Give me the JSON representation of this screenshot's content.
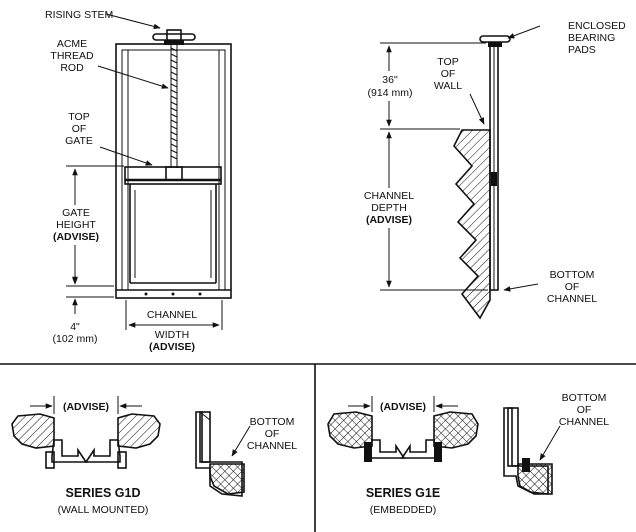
{
  "front_view": {
    "rising_stem": "RISING STEM",
    "acme_line1": "ACME",
    "acme_line2": "THREAD",
    "acme_line3": "ROD",
    "top_gate_line1": "TOP",
    "top_gate_line2": "OF",
    "top_gate_line3": "GATE",
    "gate_height_line1": "GATE",
    "gate_height_line2": "HEIGHT",
    "gate_height_line3": "(ADVISE)",
    "dim4_line1": "4\"",
    "dim4_line2": "(102  mm)",
    "width_line1": "CHANNEL",
    "width_line2": "WIDTH",
    "width_line3": "(ADVISE)"
  },
  "side_view": {
    "bearing_line1": "ENCLOSED",
    "bearing_line2": "BEARING",
    "bearing_line3": "PADS",
    "dim36_line1": "36\"",
    "dim36_line2": "(914  mm)",
    "top_wall_line1": "TOP",
    "top_wall_line2": "OF",
    "top_wall_line3": "WALL",
    "depth_line1": "CHANNEL",
    "depth_line2": "DEPTH",
    "depth_line3": "(ADVISE)",
    "bottom_line1": "BOTTOM",
    "bottom_line2": "OF",
    "bottom_line3": "CHANNEL"
  },
  "g1d": {
    "advise": "(ADVISE)",
    "bottom_line1": "BOTTOM",
    "bottom_line2": "OF",
    "bottom_line3": "CHANNEL",
    "title": "SERIES G1D",
    "subtitle": "(WALL MOUNTED)"
  },
  "g1e": {
    "advise": "(ADVISE)",
    "bottom_line1": "BOTTOM",
    "bottom_line2": "OF",
    "bottom_line3": "CHANNEL",
    "title": "SERIES G1E",
    "subtitle": "(EMBEDDED)"
  }
}
